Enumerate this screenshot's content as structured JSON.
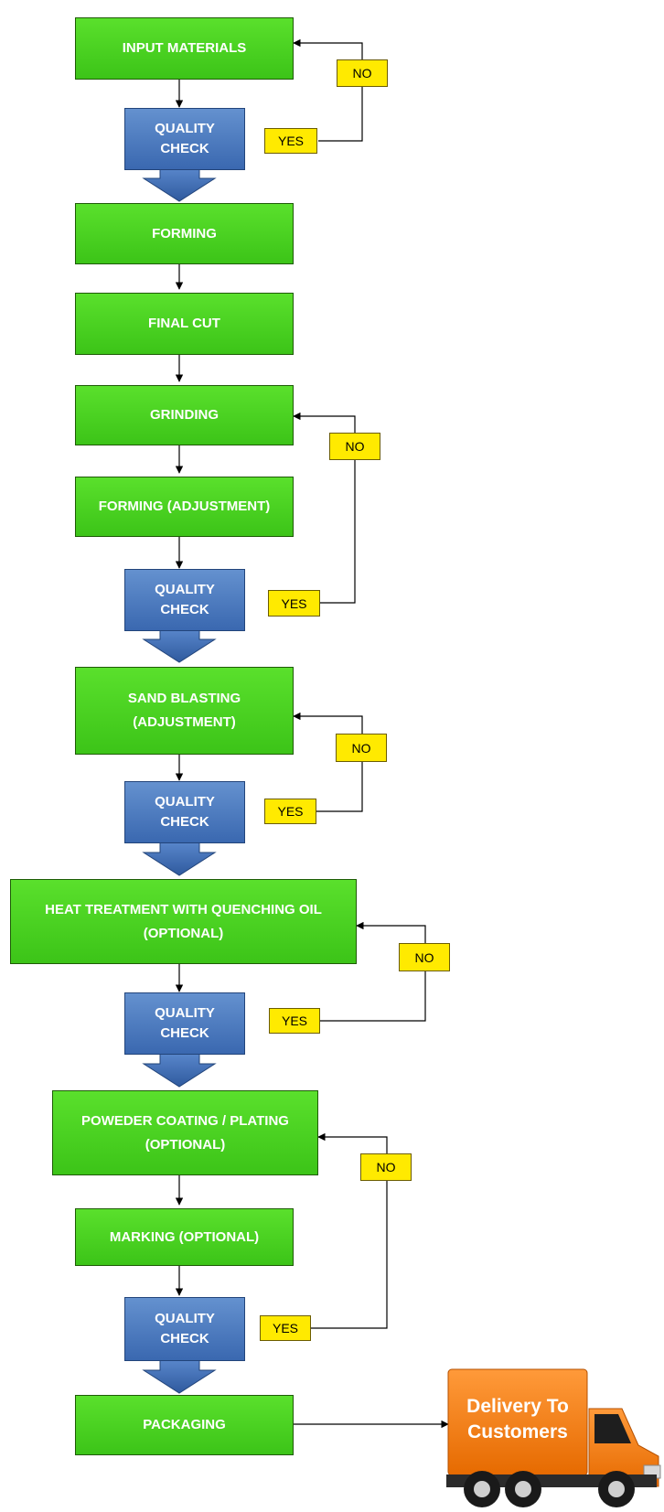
{
  "steps": {
    "input": "INPUT MATERIALS",
    "forming": "FORMING",
    "final_cut": "FINAL CUT",
    "grinding": "GRINDING",
    "forming_adj": "FORMING (ADJUSTMENT)",
    "sand_blasting": "SAND BLASTING\n(ADJUSTMENT)",
    "heat_treatment": "HEAT TREATMENT WITH QUENCHING OIL\n(OPTIONAL)",
    "powder_coating": "POWEDER COATING / PLATING\n(OPTIONAL)",
    "marking": "MARKING (OPTIONAL)",
    "packaging": "PACKAGING"
  },
  "quality_check": "QUALITY\nCHECK",
  "yes": "YES",
  "no": "NO",
  "delivery": {
    "line1": "Delivery To",
    "line2": "Customers"
  },
  "colors": {
    "process": "#4bd620",
    "quality": "#4a78bf",
    "decision": "#ffea00",
    "truck": "#f07a10"
  }
}
